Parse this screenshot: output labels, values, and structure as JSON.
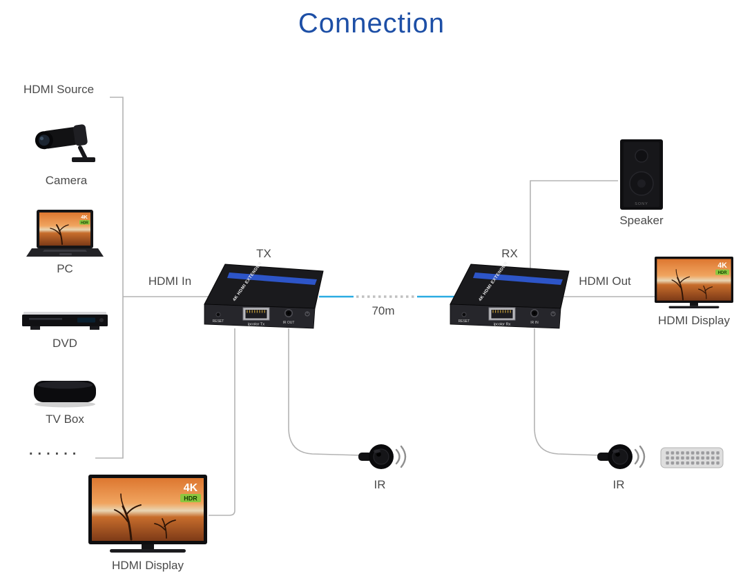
{
  "title": "Connection",
  "colors": {
    "title_blue": "#1d4fa6",
    "label_gray": "#4a4a4a",
    "wire_gray": "#b3b3b3",
    "link_blue": "#29abe2",
    "hdr_green": "#8cc63f"
  },
  "source_group": {
    "label": "HDMI Source",
    "items": [
      {
        "label": "Camera"
      },
      {
        "label": "PC"
      },
      {
        "label": "DVD"
      },
      {
        "label": "TV Box"
      }
    ],
    "more_indicator": "......"
  },
  "tx_unit": {
    "label": "TX",
    "device_text": "4K HDMI EXTENDER",
    "reset_label": "RESET",
    "port_label": "ipcolor Tx",
    "ir_port_label": "IR OUT"
  },
  "rx_unit": {
    "label": "RX",
    "device_text": "4K HDMI EXTENDER",
    "reset_label": "RESET",
    "port_label": "ipcolor Rx",
    "ir_port_label": "IR IN"
  },
  "links": {
    "hdmi_in_label": "HDMI In",
    "hdmi_out_label": "HDMI Out",
    "distance_label": "70m"
  },
  "peripherals": {
    "speaker_label": "Speaker",
    "speaker_brand": "SONY",
    "display_right_label": "HDMI Display",
    "display_bottom_label": "HDMI Display",
    "ir_tx_label": "IR",
    "ir_rx_label": "IR"
  },
  "screen_badge": {
    "uhd": "4K",
    "hdr": "HDR"
  }
}
